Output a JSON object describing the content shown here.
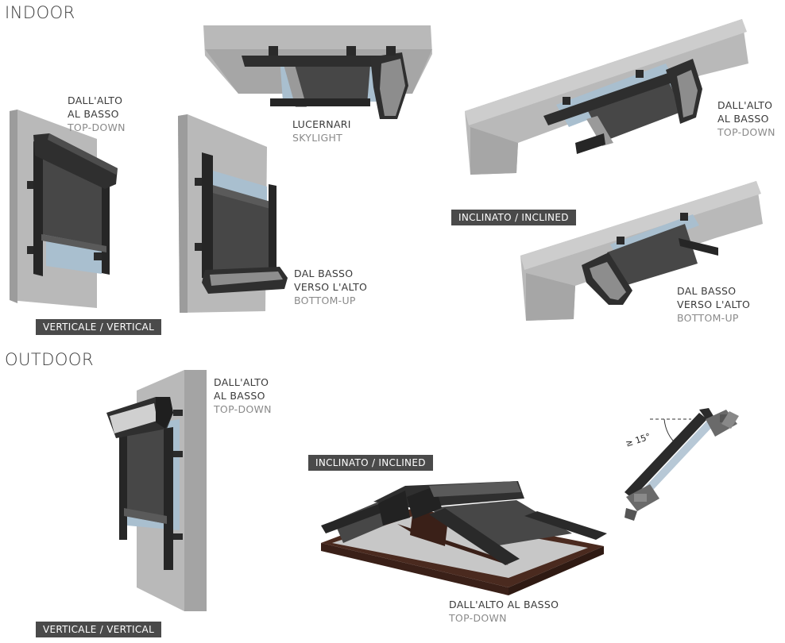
{
  "sections": {
    "indoor": "INDOOR",
    "outdoor": "OUTDOOR"
  },
  "tags": {
    "indoor_vertical": "VERTICALE / VERTICAL",
    "indoor_inclined": "INCLINATO / INCLINED",
    "outdoor_inclined": "INCLINATO / INCLINED",
    "outdoor_vertical": "VERTICALE / VERTICAL"
  },
  "captions": {
    "indoor_vert_topdown": {
      "it1": "DALL'ALTO",
      "it2": "AL BASSO",
      "en": "TOP-DOWN"
    },
    "skylight": {
      "it": "LUCERNARI",
      "en": "SKYLIGHT"
    },
    "indoor_vert_bottomup": {
      "it1": "DAL BASSO",
      "it2": "VERSO L'ALTO",
      "en": "BOTTOM-UP"
    },
    "indoor_incl_topdown": {
      "it1": "DALL'ALTO",
      "it2": "AL BASSO",
      "en": "TOP-DOWN"
    },
    "indoor_incl_bottomup": {
      "it1": "DAL BASSO",
      "it2": "VERSO L'ALTO",
      "en": "BOTTOM-UP"
    },
    "outdoor_vert_topdown": {
      "it1": "DALL'ALTO",
      "it2": "AL BASSO",
      "en": "TOP-DOWN"
    },
    "outdoor_incl_topdown": {
      "it": "DALL'ALTO AL BASSO",
      "en": "TOP-DOWN"
    }
  },
  "angle_label": "≥ 15°",
  "colors": {
    "wall": "#b9b9b9",
    "wall_shade": "#9c9c9c",
    "frame": "#2b2b2b",
    "screen": "#4a4a4a",
    "glass": "#9fb7c9",
    "wood": "#4a2a1f",
    "tag_bg": "#4a4a4a"
  }
}
